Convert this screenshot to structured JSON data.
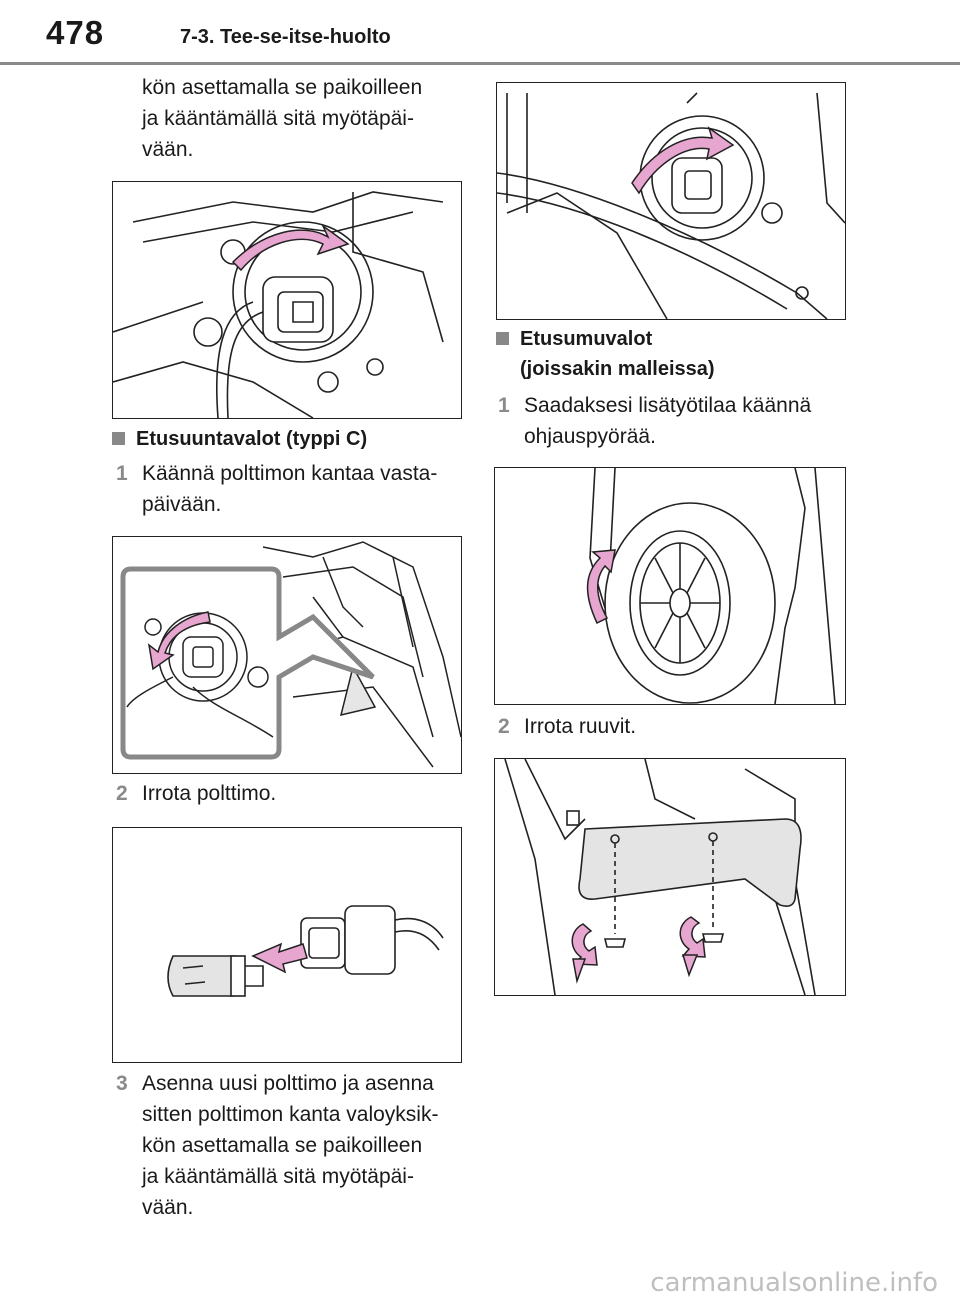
{
  "header": {
    "page_number": "478",
    "section": "7-3. Tee-se-itse-huolto"
  },
  "left": {
    "intro_lines": [
      "kön asettamalla se paikoilleen",
      "ja kääntämällä sitä myötäpäi-",
      "vään."
    ],
    "heading_c": "Etusuuntavalot (typpi C)",
    "step1": {
      "num": "1",
      "lines": [
        "Käännä polttimon kantaa vasta-",
        "päivään."
      ]
    },
    "step2": {
      "num": "2",
      "lines": [
        "Irrota polttimo."
      ]
    },
    "step3": {
      "num": "3",
      "lines": [
        "Asenna uusi polttimo ja asenna",
        "sitten polttimon kanta valoyksik-",
        "kön asettamalla se paikoilleen",
        "ja kääntämällä sitä myötäpäi-",
        "vään."
      ]
    }
  },
  "right": {
    "heading_fog": [
      "Etusumuvalot",
      "(joissakin malleissa)"
    ],
    "step1": {
      "num": "1",
      "lines": [
        "Saadaksesi lisätyötilaa käännä",
        "ohjauspyörää."
      ]
    },
    "step2": {
      "num": "2",
      "lines": [
        "Irrota ruuvit."
      ]
    }
  },
  "figures": {
    "arrow_color": "#e7a6cf",
    "line_color": "#222222",
    "shade_color": "#dedede"
  },
  "watermark": "carmanualsonline.info"
}
